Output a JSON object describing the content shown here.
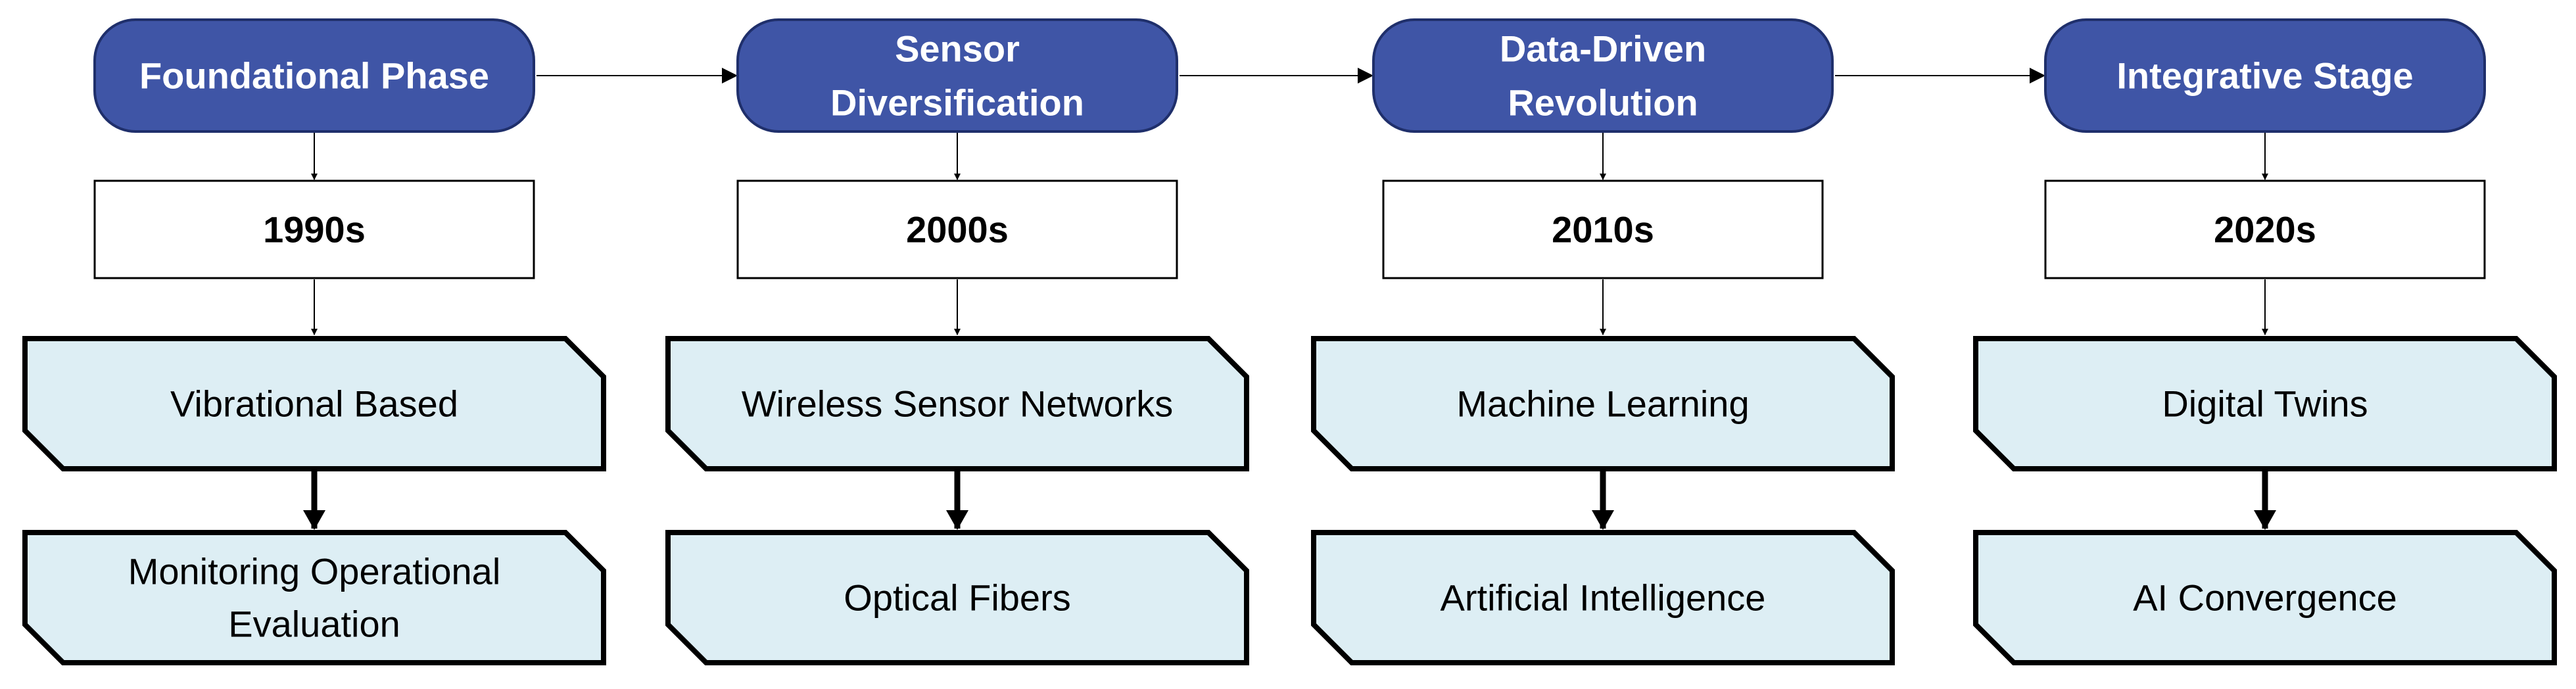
{
  "colors": {
    "phase_fill": "#3F55A6",
    "phase_border": "#1F2F6B",
    "topic_fill": "#DDEEF4",
    "line": "#000000"
  },
  "columns": [
    {
      "phase": [
        "Foundational Phase"
      ],
      "era": "1990s",
      "topics": [
        [
          "Vibrational Based"
        ],
        [
          "Monitoring Operational",
          "Evaluation"
        ]
      ]
    },
    {
      "phase": [
        "Sensor",
        "Diversification"
      ],
      "era": "2000s",
      "topics": [
        [
          "Wireless Sensor Networks"
        ],
        [
          "Optical Fibers"
        ]
      ]
    },
    {
      "phase": [
        "Data-Driven",
        "Revolution"
      ],
      "era": "2010s",
      "topics": [
        [
          "Machine Learning"
        ],
        [
          "Artificial Intelligence"
        ]
      ]
    },
    {
      "phase": [
        "Integrative Stage"
      ],
      "era": "2020s",
      "topics": [
        [
          "Digital Twins"
        ],
        [
          "AI Convergence"
        ]
      ]
    }
  ]
}
